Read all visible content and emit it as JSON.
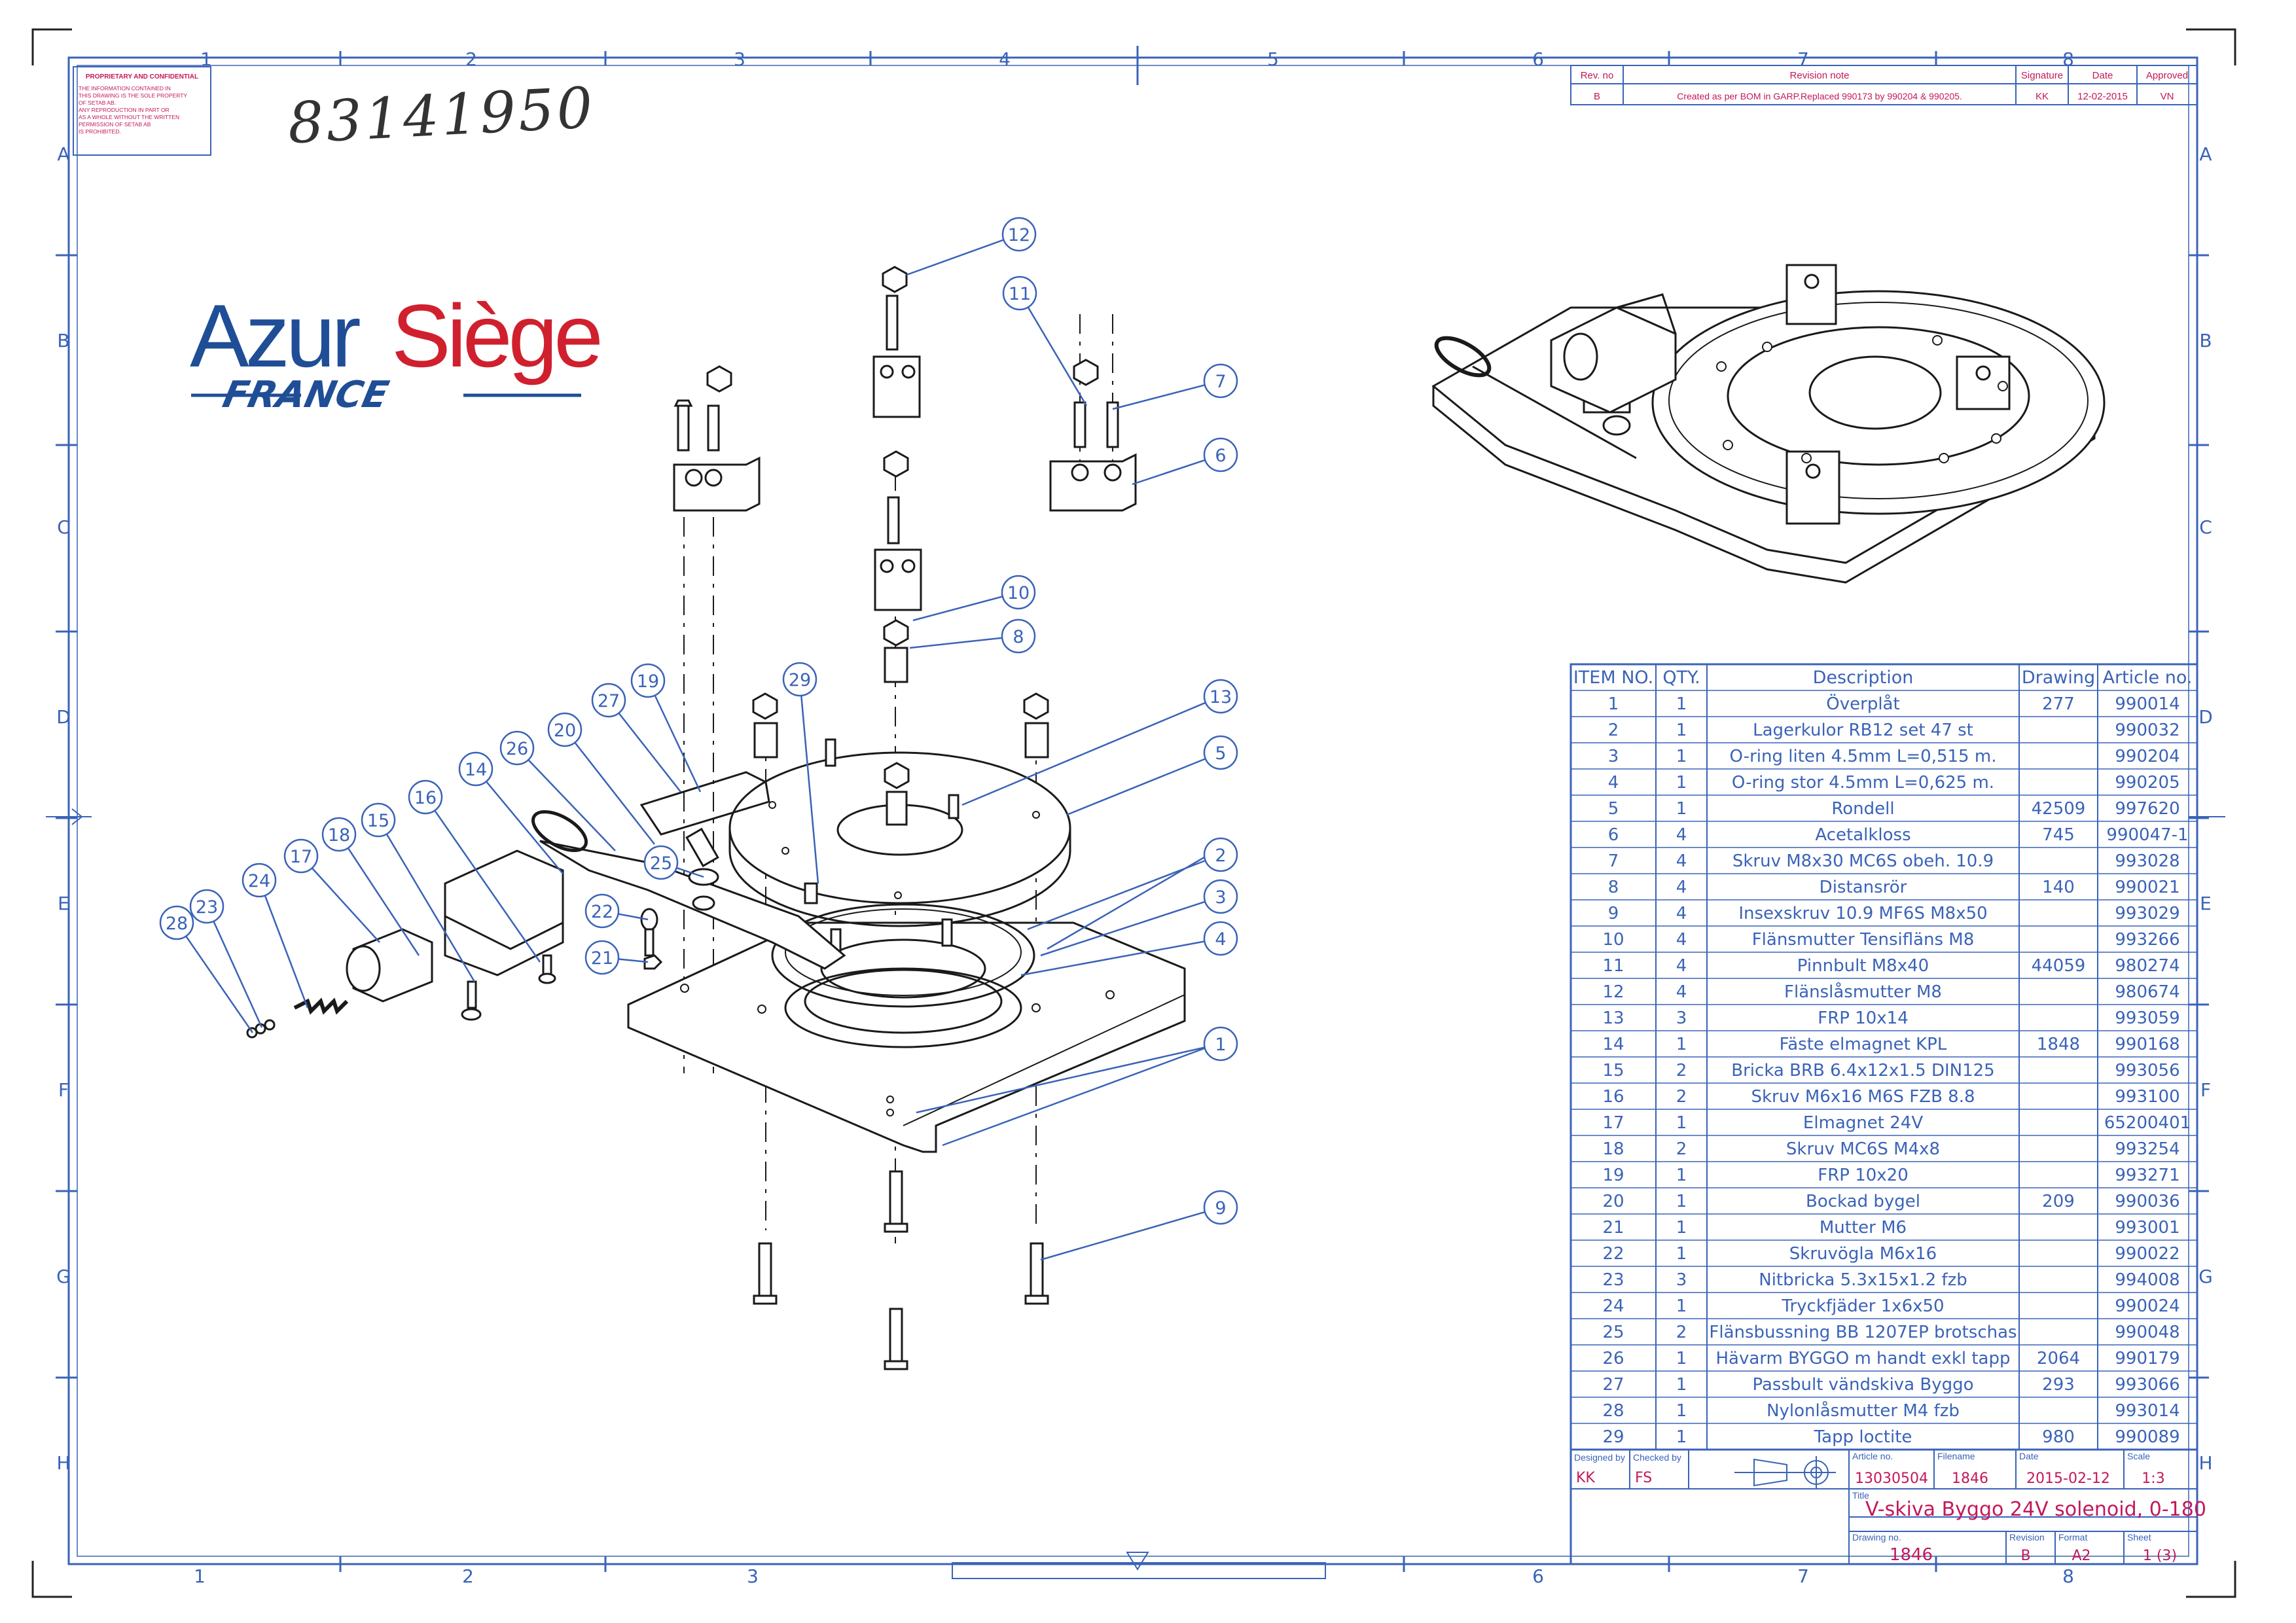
{
  "drawing_number_handwritten": "83141950",
  "grid": {
    "cols_top": [
      "1",
      "2",
      "3",
      "4",
      "5",
      "6",
      "7",
      "8"
    ],
    "cols_bottom": [
      "1",
      "2",
      "3",
      "6",
      "7",
      "8"
    ],
    "rows": [
      "A",
      "B",
      "C",
      "D",
      "E",
      "F",
      "G",
      "H"
    ]
  },
  "proprietary": {
    "title": "PROPRIETARY AND CONFIDENTIAL",
    "lines": [
      "THE INFORMATION CONTAINED IN",
      "THIS DRAWING IS THE SOLE PROPERTY",
      "OF SETAB AB.",
      "ANY REPRODUCTION IN PART OR",
      "AS A WHOLE WITHOUT THE WRITTEN",
      "PERMISSION OF SETAB AB",
      "IS PROHIBITED."
    ]
  },
  "logo": {
    "word1": "Azur",
    "word2": "Siège",
    "sub": "FRANCE"
  },
  "revision": {
    "headers": [
      "Rev. no",
      "Revision note",
      "Signature",
      "Date",
      "Approved"
    ],
    "row": [
      "B",
      "Created as per BOM in GARP.Replaced 990173 by 990204 & 990205.",
      "KK",
      "12-02-2015",
      "VN"
    ]
  },
  "bom": {
    "headers": [
      "ITEM NO.",
      "QTY.",
      "Description",
      "Drawing",
      "Article no."
    ],
    "rows": [
      [
        "1",
        "1",
        "Överplåt",
        "277",
        "990014"
      ],
      [
        "2",
        "1",
        "Lagerkulor RB12 set 47 st",
        "",
        "990032"
      ],
      [
        "3",
        "1",
        "O-ring liten 4.5mm L=0,515 m.",
        "",
        "990204"
      ],
      [
        "4",
        "1",
        "O-ring stor 4.5mm L=0,625 m.",
        "",
        "990205"
      ],
      [
        "5",
        "1",
        "Rondell",
        "42509",
        "997620"
      ],
      [
        "6",
        "4",
        "Acetalkloss",
        "745",
        "990047-1"
      ],
      [
        "7",
        "4",
        "Skruv M8x30 MC6S obeh. 10.9",
        "",
        "993028"
      ],
      [
        "8",
        "4",
        "Distansrör",
        "140",
        "990021"
      ],
      [
        "9",
        "4",
        "Insexskruv 10.9 MF6S M8x50",
        "",
        "993029"
      ],
      [
        "10",
        "4",
        "Flänsmutter Tensifläns M8",
        "",
        "993266"
      ],
      [
        "11",
        "4",
        "Pinnbult M8x40",
        "44059",
        "980274"
      ],
      [
        "12",
        "4",
        "Flänslåsmutter M8",
        "",
        "980674"
      ],
      [
        "13",
        "3",
        "FRP 10x14",
        "",
        "993059"
      ],
      [
        "14",
        "1",
        "Fäste elmagnet KPL",
        "1848",
        "990168"
      ],
      [
        "15",
        "2",
        "Bricka BRB 6.4x12x1.5 DIN125",
        "",
        "993056"
      ],
      [
        "16",
        "2",
        "Skruv M6x16 M6S FZB 8.8",
        "",
        "993100"
      ],
      [
        "17",
        "1",
        "Elmagnet 24V",
        "",
        "65200401"
      ],
      [
        "18",
        "2",
        "Skruv MC6S M4x8",
        "",
        "993254"
      ],
      [
        "19",
        "1",
        "FRP 10x20",
        "",
        "993271"
      ],
      [
        "20",
        "1",
        "Bockad bygel",
        "209",
        "990036"
      ],
      [
        "21",
        "1",
        "Mutter M6",
        "",
        "993001"
      ],
      [
        "22",
        "1",
        "Skruvögla M6x16",
        "",
        "990022"
      ],
      [
        "23",
        "3",
        "Nitbricka 5.3x15x1.2 fzb",
        "",
        "994008"
      ],
      [
        "24",
        "1",
        "Tryckfjäder 1x6x50",
        "",
        "990024"
      ],
      [
        "25",
        "2",
        "Flänsbussning BB 1207EP brotschas",
        "",
        "990048"
      ],
      [
        "26",
        "1",
        "Hävarm BYGGO m handt exkl tapp",
        "2064",
        "990179"
      ],
      [
        "27",
        "1",
        "Passbult vändskiva Byggo",
        "293",
        "993066"
      ],
      [
        "28",
        "1",
        "Nylonlåsmutter M4 fzb",
        "",
        "993014"
      ],
      [
        "29",
        "1",
        "Tapp loctite",
        "980",
        "990089"
      ]
    ]
  },
  "title_block": {
    "designed_by_label": "Designed by",
    "designed_by": "KK",
    "checked_by_label": "Checked by",
    "checked_by": "FS",
    "article_label": "Article no.",
    "article": "13030504",
    "filename_label": "Filename",
    "filename": "1846",
    "date_label": "Date",
    "date": "2015-02-12",
    "scale_label": "Scale",
    "scale": "1:3",
    "title_label": "Title",
    "title": "V-skiva Byggo 24V solenoid, 0-180",
    "drawing_no_label": "Drawing no.",
    "drawing_no": "1846",
    "revision_label": "Revision",
    "revision": "B",
    "format_label": "Format",
    "format": "A2",
    "sheet_label": "Sheet",
    "sheet": "1 (3)"
  },
  "balloons": [
    "12",
    "11",
    "7",
    "6",
    "10",
    "8",
    "29",
    "19",
    "27",
    "20",
    "26",
    "14",
    "16",
    "15",
    "18",
    "17",
    "24",
    "23",
    "28",
    "25",
    "22",
    "21",
    "13",
    "5",
    "2",
    "3",
    "4",
    "1",
    "9"
  ],
  "colors": {
    "frame": "#3a63b8",
    "grid_text": "#c2185b",
    "logo_blue": "#1f4e96",
    "logo_red": "#d0202e",
    "ink": "#1a1a1a"
  }
}
